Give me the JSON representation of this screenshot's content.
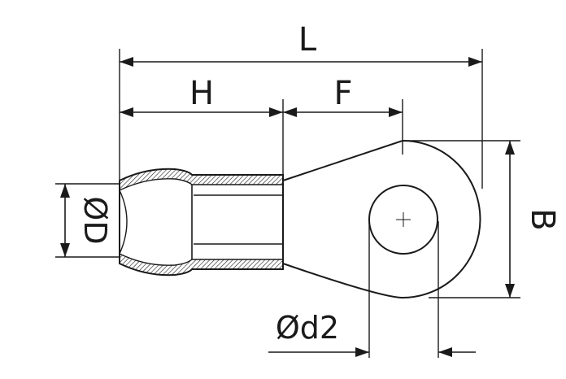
{
  "dimensions": {
    "length_label": "L",
    "insulation_length_label": "H",
    "offset_label": "F",
    "width_label": "B",
    "sleeve_diameter_label": "ØD",
    "hole_diameter_label": "Ød2"
  },
  "colors": {
    "line": "#1a1a1a",
    "background": "#ffffff"
  }
}
